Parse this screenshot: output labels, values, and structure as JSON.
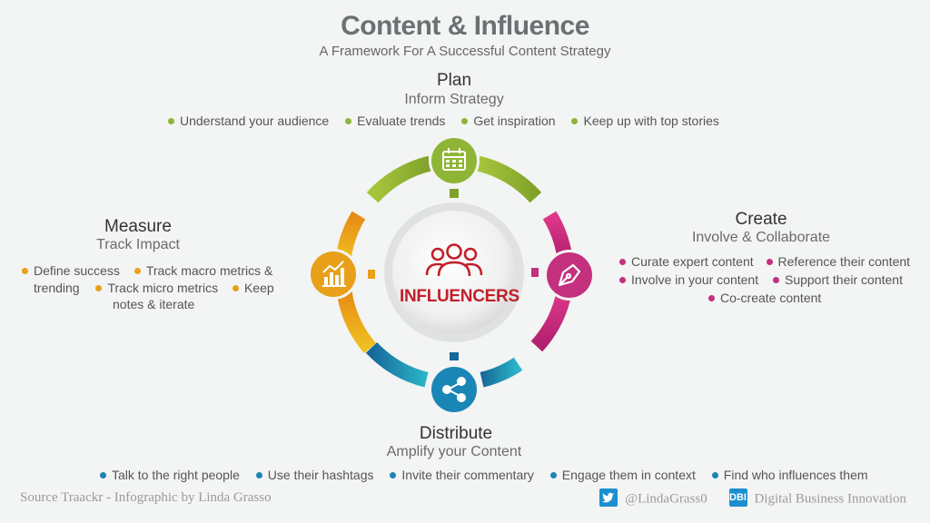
{
  "header": {
    "title": "Content & Influence",
    "subtitle": "A Framework For A Successful Content Strategy"
  },
  "center": {
    "label": "INFLUENCERS"
  },
  "plan": {
    "title": "Plan",
    "subtitle": "Inform Strategy",
    "items": [
      "Understand your audience",
      "Evaluate trends",
      "Get inspiration",
      "Keep up with top stories"
    ]
  },
  "create": {
    "title": "Create",
    "subtitle": "Involve & Collaborate",
    "items": [
      "Curate expert content",
      "Reference their content",
      "Involve in your content",
      "Support their content",
      "Co-create content"
    ]
  },
  "measure": {
    "title": "Measure",
    "subtitle": "Track Impact",
    "items": [
      "Define success",
      "Track macro metrics &",
      "trending",
      "Track micro metrics",
      "Keep",
      "notes & iterate"
    ]
  },
  "distribute": {
    "title": "Distribute",
    "subtitle": "Amplify your Content",
    "items": [
      "Talk to the right people",
      "Use their hashtags",
      "Invite their commentary",
      "Engage them in context",
      "Find who influences them"
    ]
  },
  "footer": {
    "source": "Source Traackr - Infographic by Linda Grasso",
    "twitter": "@LindaGrass0",
    "brand": "Digital Business Innovation",
    "brand_logo": "DBI"
  },
  "icons": {
    "plan": "calendar-icon",
    "create": "pen-nib-icon",
    "measure": "bar-chart-icon",
    "distribute": "share-icon",
    "center": "people-group-icon"
  },
  "colors": {
    "plan": "#8fb536",
    "create": "#c4307e",
    "measure": "#e8a01a",
    "distribute": "#1a86b5",
    "center_label": "#c0202a"
  }
}
